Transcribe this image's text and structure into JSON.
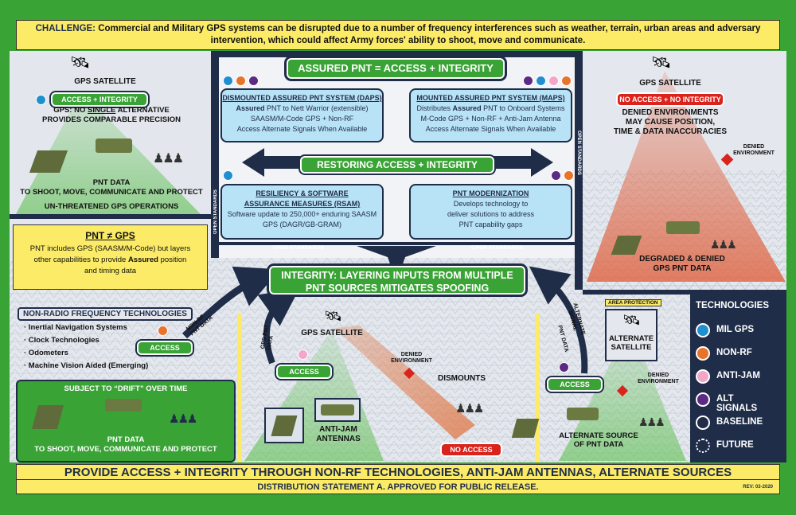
{
  "challenge": {
    "label": "CHALLENGE:",
    "text": "Commercial and Military GPS systems can be disrupted due to a number of frequency interferences such as weather, terrain, urban areas and adversary intervention, which could affect Army forces' ability to shoot, move and communicate."
  },
  "left_top": {
    "satellite_label": "GPS SATELLITE",
    "pill": "ACCESS + INTEGRITY",
    "gps_line1_pre": "GPS: NO ",
    "gps_line1_u": "SINGLE",
    "gps_line1_post": " ALTERNATIVE",
    "gps_line2": "PROVIDES COMPARABLE PRECISION",
    "pnt_line1": "PNT DATA",
    "pnt_line2": "TO SHOOT, MOVE, COMMUNICATE AND PROTECT",
    "unthreatened": "UN-THREATENED GPS OPERATIONS"
  },
  "pnt_box": {
    "title": "PNT ≠ GPS",
    "line1": "PNT includes GPS (SAASM/M-Code) but layers",
    "line2_pre": "other capabilities to provide ",
    "line2_bold": "Assured",
    "line2_post": " position",
    "line3": "and timing data"
  },
  "center": {
    "assured_title": "ASSURED PNT = ACCESS + INTEGRITY",
    "restoring": "RESTORING ACCESS + INTEGRITY",
    "open_standards": "OPEN STANDARDS",
    "integrity_line1": "INTEGRITY: LAYERING INPUTS FROM MULTIPLE",
    "integrity_line2": "PNT SOURCES MITIGATES SPOOFING",
    "daps": {
      "title": "DISMOUNTED ASSURED PNT SYSTEM (DAPS)",
      "l1_bold": "Assured",
      "l1_rest": " PNT to Nett Warrior (extensible)",
      "l2": "SAASM/M-Code GPS + Non-RF",
      "l3": "Access Alternate Signals When Available"
    },
    "maps": {
      "title": "MOUNTED ASSURED PNT SYSTEM (MAPS)",
      "l1_pre": "Distributes ",
      "l1_bold": "Assured",
      "l1_rest": " PNT to Onboard Systems",
      "l2": "M-Code GPS + Non-RF + Anti-Jam Antenna",
      "l3": "Access Alternate Signals When Available"
    },
    "rsam": {
      "title1": "RESILIENCY & SOFTWARE",
      "title2": "ASSURANCE MEASURES (RSAM)",
      "l1": "Software update to 250,000+ enduring SAASM",
      "l2": "GPS (DAGR/GB-GRAM)"
    },
    "modern": {
      "title": "PNT MODERNIZATION",
      "l1": "Develops technology to",
      "l2": "deliver solutions to address",
      "l3": "PNT capability gaps"
    }
  },
  "right_top": {
    "satellite_label": "GPS SATELLITE",
    "pill": "NO ACCESS + NO INTEGRITY",
    "l1": "DENIED ENVIRONMENTS",
    "l2": "MAY CAUSE POSITION,",
    "l3": "TIME & DATA INACCURACIES",
    "denied": "DENIED ENVIRONMENT",
    "degraded1": "DEGRADED & DENIED",
    "degraded2": "GPS PNT DATA"
  },
  "nonrf": {
    "title": "NON-RADIO FREQUENCY TECHNOLOGIES",
    "items": [
      "· Inertial Navigation Systems",
      "· Clock Technologies",
      "· Odometers",
      "· Machine Vision Aided (Emerging)"
    ],
    "access": "ACCESS",
    "arrow_label1": "NON-RF",
    "arrow_label2": "PNT DATA",
    "drift_pre": "SUBJECT TO ",
    "drift_q": "“DRIFT”",
    "drift_post": " OVER TIME",
    "pnt1": "PNT DATA",
    "pnt2": "TO SHOOT, MOVE, COMMUNICATE AND PROTECT"
  },
  "middle_bottom": {
    "satellite_label": "GPS SATELLITE",
    "access": "ACCESS",
    "arrow_label1": "GPS PNT",
    "arrow_label2": "DATA",
    "denied1": "DENIED",
    "denied2": "ENVIRONMENT",
    "dismounts": "DISMOUNTS",
    "antijam1": "ANTI-JAM",
    "antijam2": "ANTENNAS",
    "no_access": "NO ACCESS"
  },
  "right_bottom": {
    "area_protection": "AREA PROTECTION",
    "alt_sat1": "ALTERNATE",
    "alt_sat2": "SATELLITE",
    "access": "ACCESS",
    "arrow_label1": "ALTERNATE",
    "arrow_label2": "SIGNAL",
    "arrow_label3": "PNT DATA",
    "denied1": "DENIED",
    "denied2": "ENVIRONMENT",
    "alt_source1": "ALTERNATE SOURCE",
    "alt_source2": "OF PNT DATA"
  },
  "legend": {
    "title": "TECHNOLOGIES",
    "items": [
      {
        "label": "MIL GPS",
        "color": "#1f8fcf"
      },
      {
        "label": "NON-RF",
        "color": "#e8732a"
      },
      {
        "label": "ANTI-JAM",
        "color": "#f3a6c8"
      },
      {
        "label": "ALT SIGNALS",
        "color": "#5b2a82"
      },
      {
        "label": "BASELINE",
        "color": "#1f2d49"
      },
      {
        "label": "FUTURE",
        "color": "transparent"
      }
    ]
  },
  "footer": {
    "headline": "PROVIDE ACCESS + INTEGRITY THROUGH NON-RF TECHNOLOGIES, ANTI-JAM ANTENNAS, ALTERNATE SOURCES",
    "distribution": "DISTRIBUTION STATEMENT A. APPROVED FOR PUBLIC RELEASE.",
    "rev": "REV: 03-2020"
  },
  "colors": {
    "frame_green": "#3aa335",
    "navy": "#1f2d49",
    "yellow": "#fbeb66",
    "light_blue": "#b8e2f5",
    "red": "#d9231c"
  }
}
